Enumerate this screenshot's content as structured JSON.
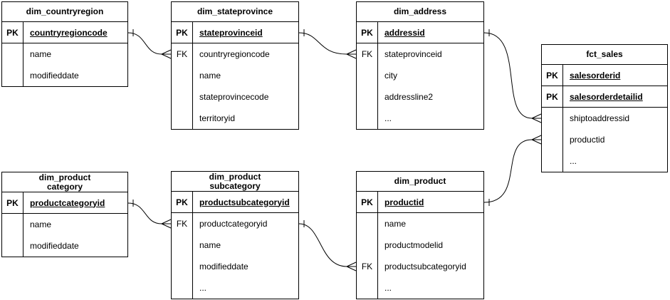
{
  "diagram_type": "entity-relationship",
  "colors": {
    "line": "#000000",
    "fill": "#ffffff",
    "text": "#000000"
  },
  "tables": [
    {
      "title": "dim_countryregion",
      "rows": [
        {
          "key": "PK",
          "field": "countryregioncode"
        },
        {
          "key": "",
          "field": "name"
        },
        {
          "key": "",
          "field": "modifieddate"
        }
      ]
    },
    {
      "title": "dim_stateprovince",
      "rows": [
        {
          "key": "PK",
          "field": "stateprovinceid"
        },
        {
          "key": "FK",
          "field": "countryregioncode"
        },
        {
          "key": "",
          "field": "name"
        },
        {
          "key": "",
          "field": "stateprovincecode"
        },
        {
          "key": "",
          "field": "territoryid"
        }
      ]
    },
    {
      "title": "dim_address",
      "rows": [
        {
          "key": "PK",
          "field": "addressid"
        },
        {
          "key": "FK",
          "field": "stateprovinceid"
        },
        {
          "key": "",
          "field": "city"
        },
        {
          "key": "",
          "field": "addressline2"
        },
        {
          "key": "",
          "field": "..."
        }
      ]
    },
    {
      "title": "fct_sales",
      "rows": [
        {
          "key": "PK",
          "field": "salesorderid"
        },
        {
          "key": "PK",
          "field": "salesorderdetailid"
        },
        {
          "key": "",
          "field": "shiptoaddressid"
        },
        {
          "key": "",
          "field": "productid"
        },
        {
          "key": "",
          "field": "..."
        }
      ]
    },
    {
      "title": "dim_product\ncategory",
      "rows": [
        {
          "key": "PK",
          "field": "productcategoryid"
        },
        {
          "key": "",
          "field": "name"
        },
        {
          "key": "",
          "field": "modifieddate"
        }
      ]
    },
    {
      "title": "dim_product\nsubcategory",
      "rows": [
        {
          "key": "PK",
          "field": "productsubcategoryid"
        },
        {
          "key": "FK",
          "field": "productcategoryid"
        },
        {
          "key": "",
          "field": "name"
        },
        {
          "key": "",
          "field": "modifieddate"
        },
        {
          "key": "",
          "field": "..."
        }
      ]
    },
    {
      "title": "dim_product",
      "rows": [
        {
          "key": "PK",
          "field": "productid"
        },
        {
          "key": "",
          "field": "name"
        },
        {
          "key": "",
          "field": "productmodelid"
        },
        {
          "key": "FK",
          "field": "productsubcategoryid"
        },
        {
          "key": "",
          "field": "..."
        }
      ]
    }
  ],
  "relationships": [
    {
      "from_table": "dim_countryregion",
      "from_field": "countryregioncode",
      "to_table": "dim_stateprovince",
      "to_field": "countryregioncode",
      "cardinality": "one-to-many"
    },
    {
      "from_table": "dim_stateprovince",
      "from_field": "stateprovinceid",
      "to_table": "dim_address",
      "to_field": "stateprovinceid",
      "cardinality": "one-to-many"
    },
    {
      "from_table": "dim_address",
      "from_field": "addressid",
      "to_table": "fct_sales",
      "to_field": "shiptoaddressid",
      "cardinality": "one-to-many"
    },
    {
      "from_table": "dim_product",
      "from_field": "productid",
      "to_table": "fct_sales",
      "to_field": "productid",
      "cardinality": "one-to-many"
    },
    {
      "from_table": "dim_productcategory",
      "from_field": "productcategoryid",
      "to_table": "dim_productsubcategory",
      "to_field": "productcategoryid",
      "cardinality": "one-to-many"
    },
    {
      "from_table": "dim_productsubcategory",
      "from_field": "productsubcategoryid",
      "to_table": "dim_product",
      "to_field": "productsubcategoryid",
      "cardinality": "one-to-many"
    }
  ]
}
